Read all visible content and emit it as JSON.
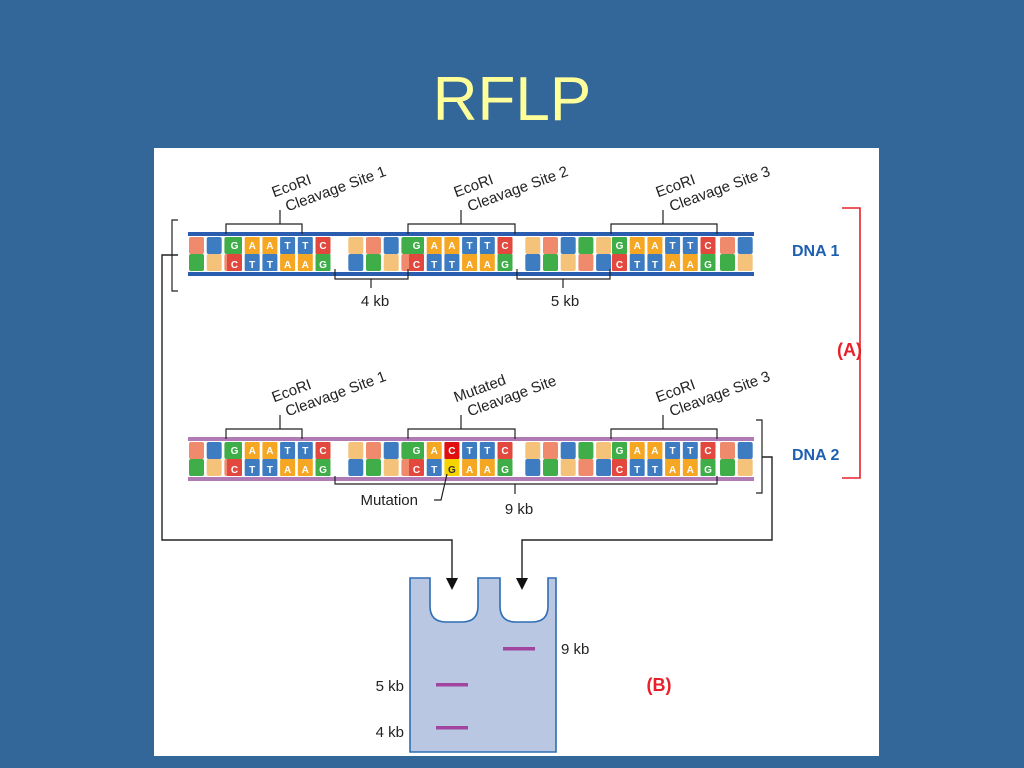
{
  "slide": {
    "title": "RFLP"
  },
  "colors": {
    "background": "#336699",
    "title": "#ffff99",
    "dna1_backbone": "#2a5db0",
    "dna2_backbone": "#b07ab5",
    "red_label": "#e8202a",
    "blue_label": "#1f5fb0",
    "band": "#a0449f",
    "gel": "#b9c7e2",
    "mutation": "#e01010"
  },
  "dna1": {
    "label": "DNA 1",
    "site1": {
      "line1": "EcoRI",
      "line2": "Cleavage Site 1"
    },
    "site2": {
      "line1": "EcoRI",
      "line2": "Cleavage Site 2"
    },
    "site3": {
      "line1": "EcoRI",
      "line2": "Cleavage Site 3"
    },
    "top_seq": [
      "G",
      "A",
      "A",
      "T",
      "T",
      "C"
    ],
    "bottom_seq": [
      "C",
      "T",
      "T",
      "A",
      "A",
      "G"
    ],
    "fragment1": "4 kb",
    "fragment2": "5 kb"
  },
  "dna2": {
    "label": "DNA 2",
    "site1": {
      "line1": "EcoRI",
      "line2": "Cleavage Site 1"
    },
    "site2": {
      "line1": "Mutated",
      "line2": "Cleavage Site"
    },
    "site3": {
      "line1": "EcoRI",
      "line2": "Cleavage Site 3"
    },
    "mutated_top_seq": [
      "G",
      "A",
      "C",
      "T",
      "T",
      "C"
    ],
    "mutated_bottom_seq": [
      "C",
      "T",
      "G",
      "A",
      "A",
      "G"
    ],
    "mutation_label": "Mutation",
    "fragment": "9 kb"
  },
  "bracket_a": {
    "label": "(A)"
  },
  "gel": {
    "label": "(B)",
    "lane1_bands": [
      "5 kb",
      "4 kb"
    ],
    "lane2_bands": [
      "9 kb"
    ]
  }
}
